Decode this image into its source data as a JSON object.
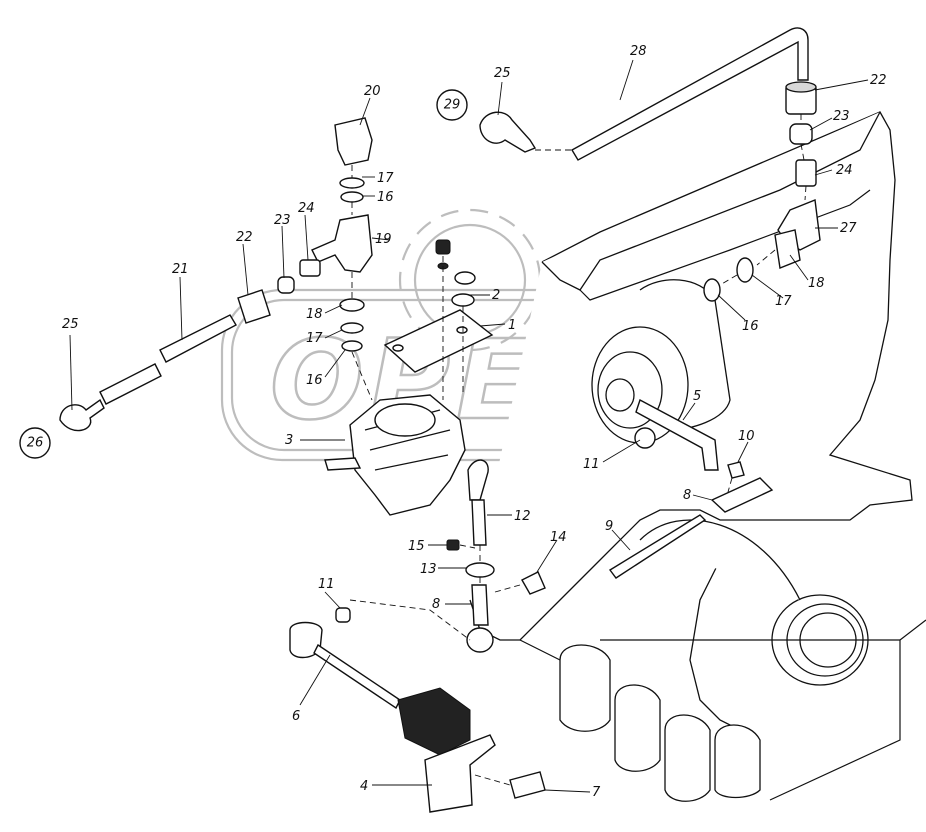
{
  "watermark": {
    "text": "OPEX"
  },
  "callouts": [
    {
      "id": "c28",
      "text": "28"
    },
    {
      "id": "c25a",
      "text": "25"
    },
    {
      "id": "c29",
      "text": "29",
      "circled": true
    },
    {
      "id": "c22a",
      "text": "22"
    },
    {
      "id": "c23a",
      "text": "23"
    },
    {
      "id": "c24a",
      "text": "24"
    },
    {
      "id": "c27",
      "text": "27"
    },
    {
      "id": "c18a",
      "text": "18"
    },
    {
      "id": "c17a",
      "text": "17"
    },
    {
      "id": "c16a",
      "text": "16"
    },
    {
      "id": "c20",
      "text": "20"
    },
    {
      "id": "c17b",
      "text": "17"
    },
    {
      "id": "c16b",
      "text": "16"
    },
    {
      "id": "c19",
      "text": "19"
    },
    {
      "id": "c24b",
      "text": "24"
    },
    {
      "id": "c23b",
      "text": "23"
    },
    {
      "id": "c22b",
      "text": "22"
    },
    {
      "id": "c21",
      "text": "21"
    },
    {
      "id": "c25b",
      "text": "25"
    },
    {
      "id": "c26",
      "text": "26",
      "circled": true
    },
    {
      "id": "c2",
      "text": "2"
    },
    {
      "id": "c1",
      "text": "1"
    },
    {
      "id": "c18b",
      "text": "18"
    },
    {
      "id": "c17c",
      "text": "17"
    },
    {
      "id": "c16c",
      "text": "16"
    },
    {
      "id": "c3",
      "text": "3"
    },
    {
      "id": "c5",
      "text": "5"
    },
    {
      "id": "c10",
      "text": "10"
    },
    {
      "id": "c11a",
      "text": "11"
    },
    {
      "id": "c8a",
      "text": "8"
    },
    {
      "id": "c12",
      "text": "12"
    },
    {
      "id": "c9",
      "text": "9"
    },
    {
      "id": "c14",
      "text": "14"
    },
    {
      "id": "c15",
      "text": "15"
    },
    {
      "id": "c13",
      "text": "13"
    },
    {
      "id": "c11b",
      "text": "11"
    },
    {
      "id": "c8b",
      "text": "8"
    },
    {
      "id": "c6",
      "text": "6"
    },
    {
      "id": "c4",
      "text": "4"
    },
    {
      "id": "c7",
      "text": "7"
    }
  ]
}
